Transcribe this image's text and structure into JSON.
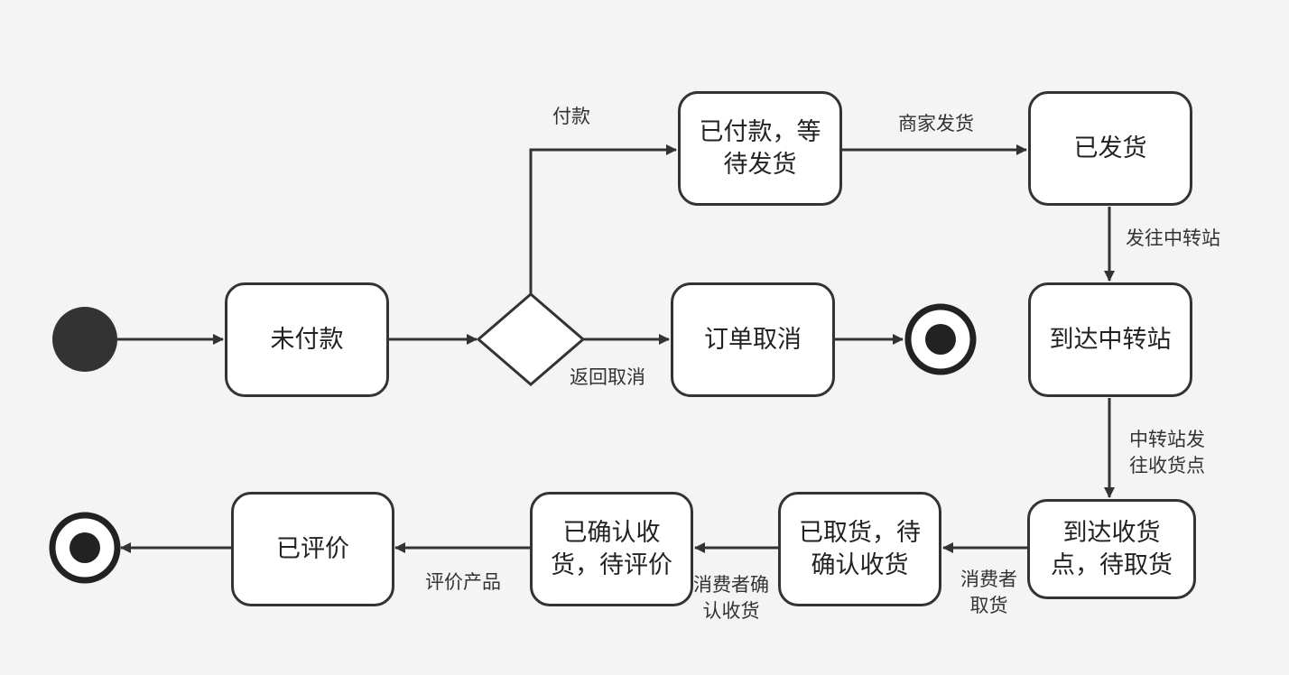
{
  "nodes": {
    "unpaid": "未付款",
    "paid_waiting": "已付款，等待发货",
    "shipped": "已发货",
    "order_cancelled": "订单取消",
    "at_transit": "到达中转站",
    "at_pickup": "到达收货点，待取货",
    "picked_up": "已取货，待确认收货",
    "confirmed": "已确认收货，待评价",
    "reviewed": "已评价"
  },
  "edges": {
    "pay": "付款",
    "return_cancel": "返回取消",
    "merchant_ship": "商家发货",
    "to_transit": "发往中转站",
    "transit_to_pickup_l1": "中转站发",
    "transit_to_pickup_l2": "往收货点",
    "consumer_pickup_l1": "消费者",
    "consumer_pickup_l2": "取货",
    "consumer_confirm_l1": "消费者确",
    "consumer_confirm_l2": "认收货",
    "review_product": "评价产品"
  },
  "colors": {
    "background": "#f4f4f4",
    "stroke": "#333333",
    "node_fill": "#ffffff"
  }
}
